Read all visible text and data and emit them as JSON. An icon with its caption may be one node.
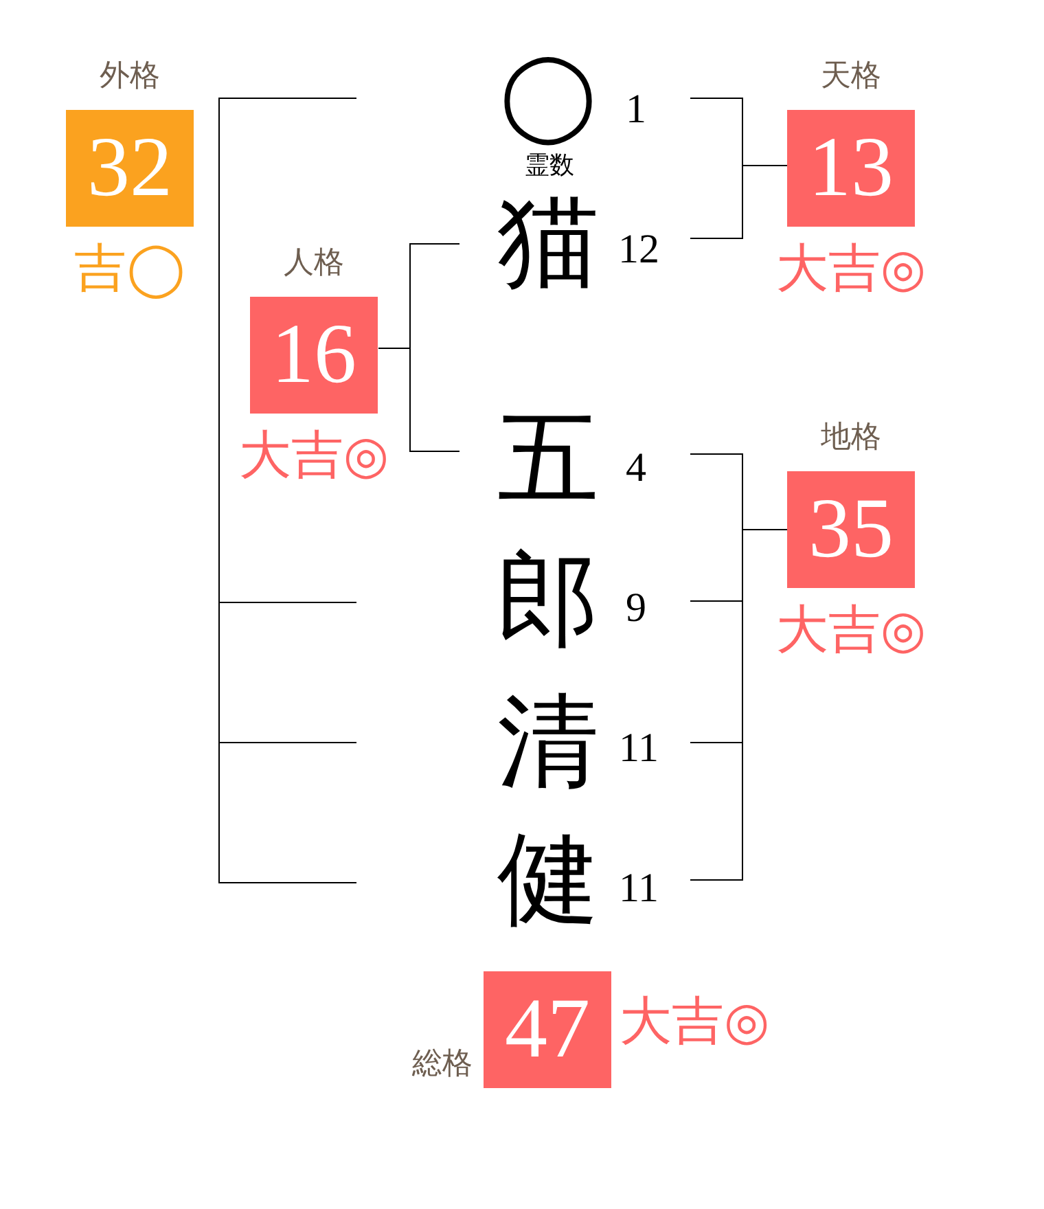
{
  "diagram": {
    "nodes": [
      {
        "text": [
          "外格",
          "32"
        ],
        "beside": [
          "吉◯"
        ]
      },
      {
        "text": [
          "天格",
          "13"
        ],
        "beside": [
          "大吉◎"
        ]
      },
      {
        "text": [
          "人格",
          "16"
        ],
        "beside": [
          "大吉◎"
        ]
      },
      {
        "text": [
          "地格",
          "35"
        ],
        "beside": [
          "大吉◎"
        ]
      },
      {
        "text": [
          "総格",
          "47"
        ],
        "beside": [
          "大吉◎"
        ]
      }
    ],
    "labels": [
      "◯",
      "1",
      "霊数",
      "猫",
      "12",
      "五",
      "4",
      "郎",
      "9",
      "清",
      "11",
      "健",
      "11"
    ]
  }
}
